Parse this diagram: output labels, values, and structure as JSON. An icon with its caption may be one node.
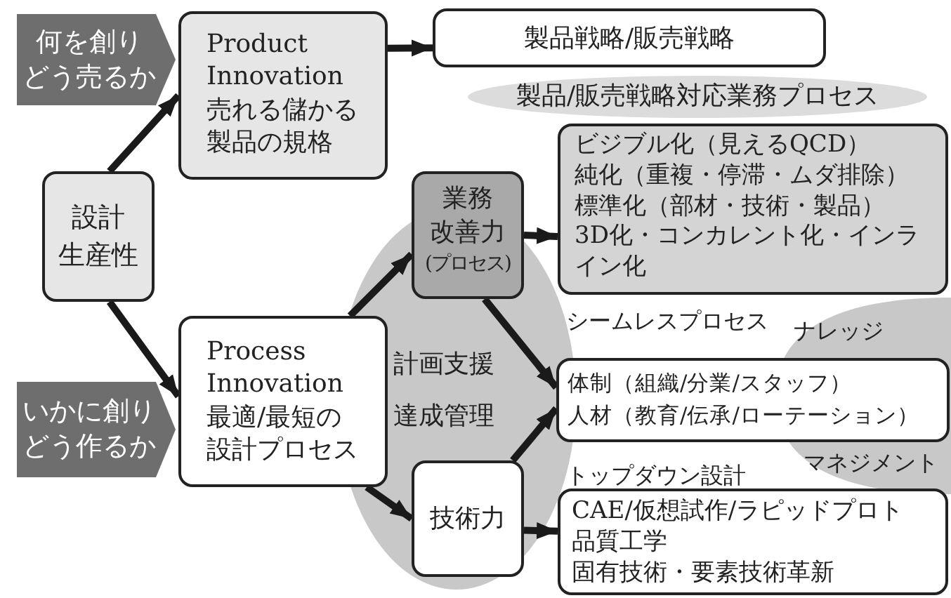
{
  "diagram": {
    "nodes": [
      {
        "text": [
          "何を創り",
          "どう売るか"
        ]
      },
      {
        "text": [
          "Product Innovation",
          "売れる儲かる製品の規格"
        ]
      },
      {
        "text": [
          "製品戦略/販売戦略"
        ]
      },
      {
        "text": [
          "製品/販売戦略対応業務プロセス"
        ]
      },
      {
        "text": [
          "設計",
          "生産性"
        ]
      },
      {
        "text": [
          "いかに創り",
          "どう作るか"
        ]
      },
      {
        "text": [
          "Process Innovation",
          "最適/最短の設計プロセス"
        ]
      },
      {
        "text": [
          "業務",
          "改善力",
          "(プロセス)"
        ]
      },
      {
        "text": [
          "技術力"
        ]
      },
      {
        "text": [
          "ビジブル化（見えるQCD）",
          "純化（重複・停滞・ムダ排除）",
          "標準化（部材・技術・製品）",
          "3D化・コンカレント化・インライン化"
        ]
      },
      {
        "text": [
          "体制（組織/分業/スタッフ）",
          "人材（教育/伝承/ローテーション）"
        ]
      },
      {
        "text": [
          "CAE/仮想試作/ラピッドプロト",
          "品質工学",
          "固有技術・要素技術革新"
        ]
      }
    ],
    "edges": [
      {
        "from": 4,
        "to": 1,
        "arrow": "to"
      },
      {
        "from": 4,
        "to": 6,
        "arrow": "to"
      },
      {
        "from": 1,
        "to": 2,
        "arrow": "to"
      },
      {
        "from": 6,
        "to": 7,
        "arrow": "to"
      },
      {
        "from": 6,
        "to": 8,
        "arrow": "to"
      },
      {
        "from": 7,
        "to": 9,
        "arrow": "to"
      },
      {
        "from": 7,
        "to": 10,
        "arrow": "to"
      },
      {
        "from": 8,
        "to": 10,
        "arrow": "to"
      },
      {
        "from": 8,
        "to": 11,
        "arrow": "to"
      }
    ],
    "labels": [
      "シームレスプロセス",
      "ナレッジ",
      "計画支援",
      "達成管理",
      "マネジメント",
      "トップダウン設計"
    ]
  }
}
